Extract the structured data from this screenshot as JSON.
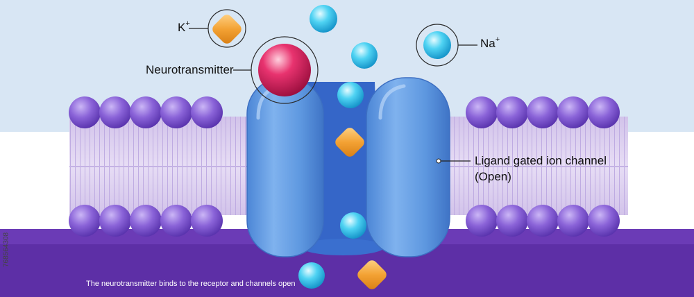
{
  "labels": {
    "potassium_symbol": "K",
    "potassium_charge": "+",
    "sodium_symbol": "Na",
    "sodium_charge": "+",
    "neurotransmitter": "Neurotransmitter",
    "channel_line1": "Ligand gated ion channel",
    "channel_line2": "(Open)"
  },
  "caption": "The neurotransmitter binds to the receptor and channels open",
  "stock_id": "768564308",
  "colors": {
    "extracellular": "#d8e6f4",
    "intracellular": "#5d2fa6",
    "phospholipid_head": "#8a63d8",
    "lipid_tail_zone": "#d9cdee",
    "channel": "#5a97df",
    "channel_pore": "#3566c8",
    "sodium_ion": "#36c6ec",
    "potassium_ion": "#f0a43a",
    "neurotransmitter": "#d9195c"
  }
}
